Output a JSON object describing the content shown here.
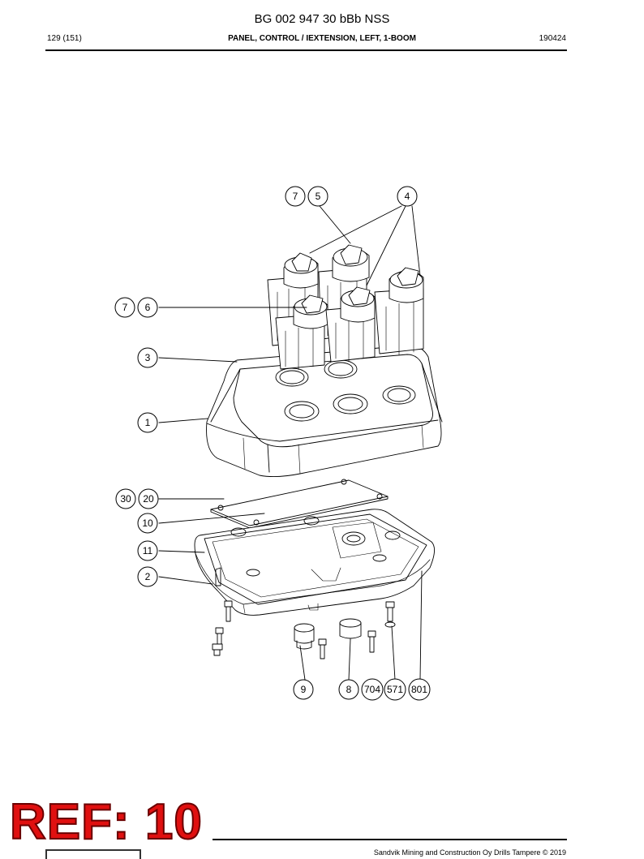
{
  "header": {
    "doc_number": "BG 002 947 30 bBb NSS",
    "page": "129 (151)",
    "title": "PANEL, CONTROL / IEXTENSION, LEFT, 1-BOOM",
    "date": "190424"
  },
  "callouts": {
    "c7a": "7",
    "c5": "5",
    "c4": "4",
    "c7b": "7",
    "c6": "6",
    "c3": "3",
    "c1": "1",
    "c30": "30",
    "c20": "20",
    "c10": "10",
    "c11": "11",
    "c2": "2",
    "c9": "9",
    "c8": "8",
    "c704": "704",
    "c571": "571",
    "c801": "801"
  },
  "stamp": "REF: 10",
  "footer": {
    "copyright": "Sandvik Mining and Construction Oy Drills Tampere © 2019"
  }
}
